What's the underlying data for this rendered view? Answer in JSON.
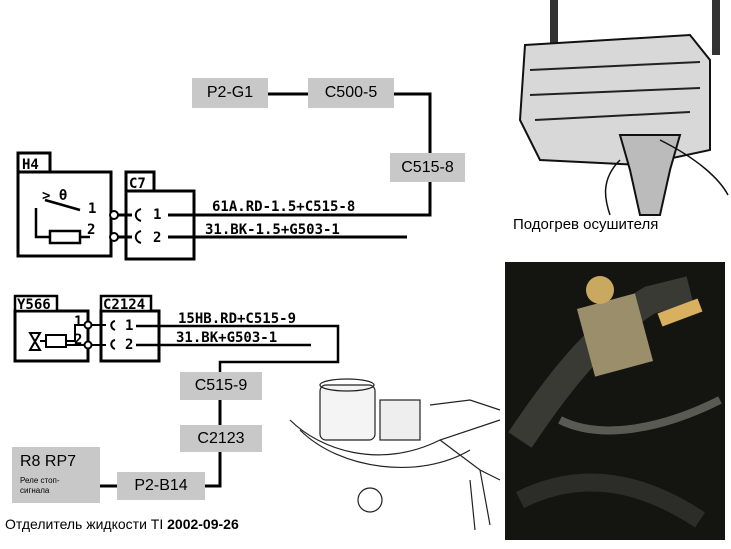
{
  "top_circuit": {
    "component": "H4",
    "component_pins": [
      "1",
      "2"
    ],
    "connector": "C7",
    "connector_pins": [
      "1",
      "2"
    ],
    "wires": [
      "61A.RD-1.5+C515-8",
      "31.BK-1.5+G503-1"
    ],
    "boxes": [
      "P2-G1",
      "C500-5",
      "C515-8"
    ],
    "symbol": "> θ"
  },
  "bottom_circuit": {
    "component": "Y566",
    "component_pins": [
      "1",
      "2"
    ],
    "connector": "C2124",
    "connector_pins": [
      "1",
      "2"
    ],
    "wires": [
      "15HB.RD+C515-9",
      "31.BK+G503-1"
    ],
    "boxes": [
      "C515-9",
      "C2123",
      "P2-B14"
    ],
    "relay": {
      "title": "R8 RP7",
      "subtitle": "Реле стоп-сигнала"
    }
  },
  "captions": {
    "photo_top": "Подогрев осушителя",
    "bottom_prefix": "Отделитель жидкости TI",
    "bottom_date": "2002-09-26"
  }
}
